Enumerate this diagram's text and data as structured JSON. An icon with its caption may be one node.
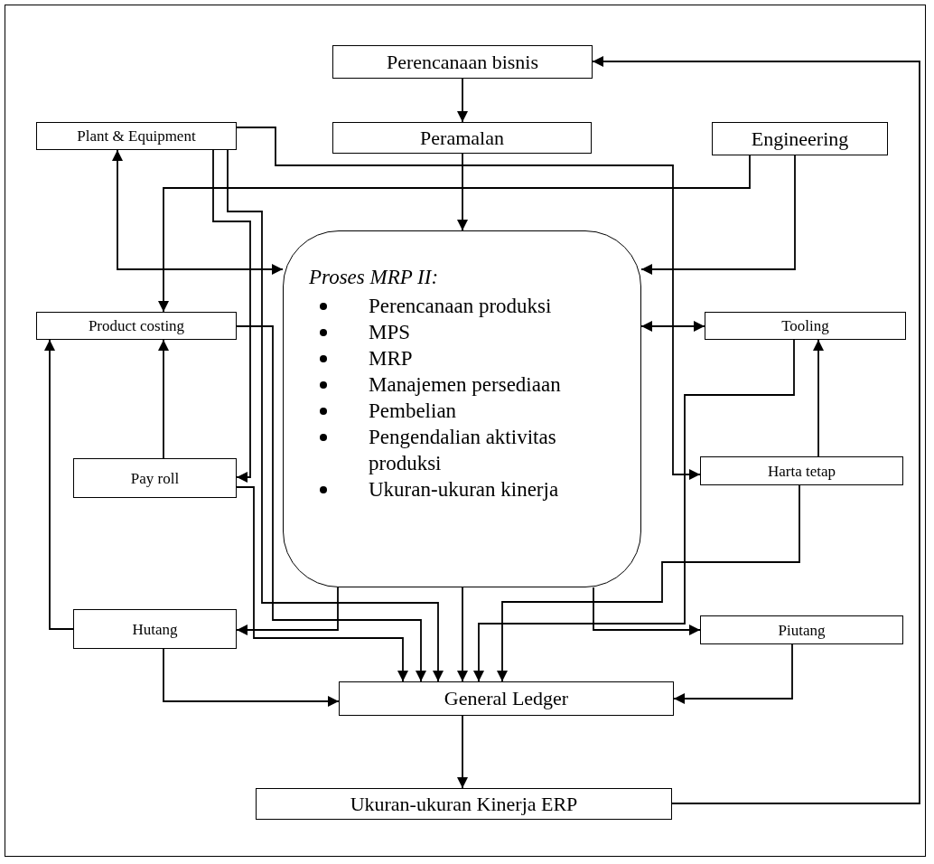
{
  "diagram": {
    "nodes": [
      {
        "text": [
          "Perencanaan bisnis"
        ]
      },
      {
        "text": [
          "Plant & Equipment"
        ]
      },
      {
        "text": [
          "Peramalan"
        ]
      },
      {
        "text": [
          "Engineering"
        ]
      },
      {
        "text": [
          "Proses MRP II:",
          "Perencanaan produksi",
          "MPS",
          "MRP",
          "Manajemen persediaan",
          "Pembelian",
          "Pengendalian aktivitas produksi",
          "Ukuran-ukuran kinerja"
        ]
      },
      {
        "text": [
          "Product costing"
        ]
      },
      {
        "text": [
          "Tooling"
        ]
      },
      {
        "text": [
          "Pay roll"
        ]
      },
      {
        "text": [
          "Harta tetap"
        ]
      },
      {
        "text": [
          "Hutang"
        ]
      },
      {
        "text": [
          "Piutang"
        ]
      },
      {
        "text": [
          "General Ledger"
        ]
      },
      {
        "text": [
          "Ukuran-ukuran Kinerja ERP"
        ]
      }
    ],
    "edges": [
      {
        "from": 0,
        "to": 2,
        "arrow": "to"
      },
      {
        "from": 2,
        "to": 4,
        "arrow": "to"
      },
      {
        "from": 1,
        "to": 4,
        "arrow": "both"
      },
      {
        "from": 3,
        "to": 5,
        "arrow": "to"
      },
      {
        "from": 3,
        "to": 4,
        "arrow": "to"
      },
      {
        "from": 4,
        "to": 6,
        "arrow": "both"
      },
      {
        "from": 1,
        "to": 8,
        "arrow": "to"
      },
      {
        "from": 1,
        "to": 7,
        "arrow": "to"
      },
      {
        "from": 1,
        "to": 11,
        "arrow": "to"
      },
      {
        "from": 5,
        "to": 11,
        "arrow": "to"
      },
      {
        "from": 7,
        "to": 5,
        "arrow": "to"
      },
      {
        "from": 9,
        "to": 5,
        "arrow": "to"
      },
      {
        "from": 4,
        "to": 9,
        "arrow": "to"
      },
      {
        "from": 9,
        "to": 11,
        "arrow": "to"
      },
      {
        "from": 4,
        "to": 11,
        "arrow": "to"
      },
      {
        "from": 6,
        "to": 11,
        "arrow": "to"
      },
      {
        "from": 8,
        "to": 6,
        "arrow": "to"
      },
      {
        "from": 8,
        "to": 11,
        "arrow": "to"
      },
      {
        "from": 4,
        "to": 10,
        "arrow": "to"
      },
      {
        "from": 10,
        "to": 11,
        "arrow": "to"
      },
      {
        "from": 7,
        "to": 11,
        "arrow": "to"
      },
      {
        "from": 11,
        "to": 12,
        "arrow": "to"
      },
      {
        "from": 12,
        "to": 0,
        "arrow": "to"
      }
    ]
  }
}
